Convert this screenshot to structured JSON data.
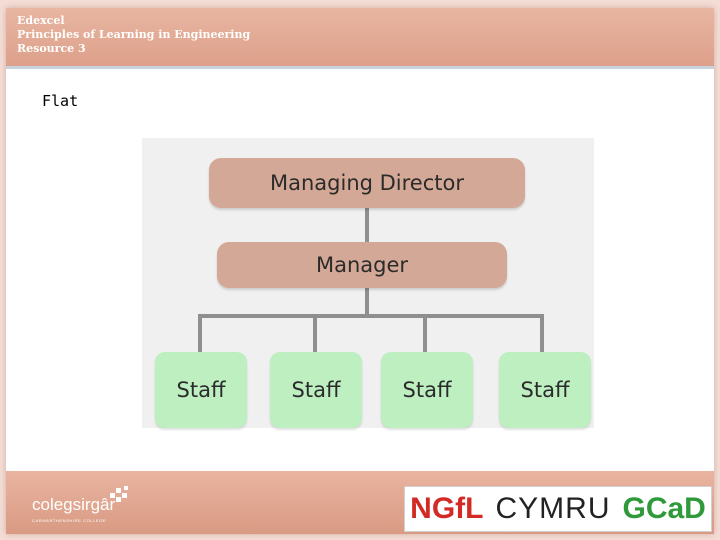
{
  "header": {
    "line1": "Edexcel",
    "line2": "Principles of Learning in Engineering",
    "line3": "Resource 3"
  },
  "slide_title": "Flat",
  "org_chart": {
    "top": "Managing Director",
    "middle": "Manager",
    "staff": [
      "Staff",
      "Staff",
      "Staff",
      "Staff"
    ]
  },
  "footer": {
    "college_name": "colegsirgâr",
    "college_subtitle": "CARMARTHENSHIRE COLLEGE",
    "logo_left": "NGfL",
    "logo_mid": "CYMRU",
    "logo_right": "GCaD"
  },
  "colors": {
    "header": "#dda08a",
    "manager_box": "#d4a896",
    "staff_box": "#bdefc1",
    "connector": "#8f8f8f"
  }
}
